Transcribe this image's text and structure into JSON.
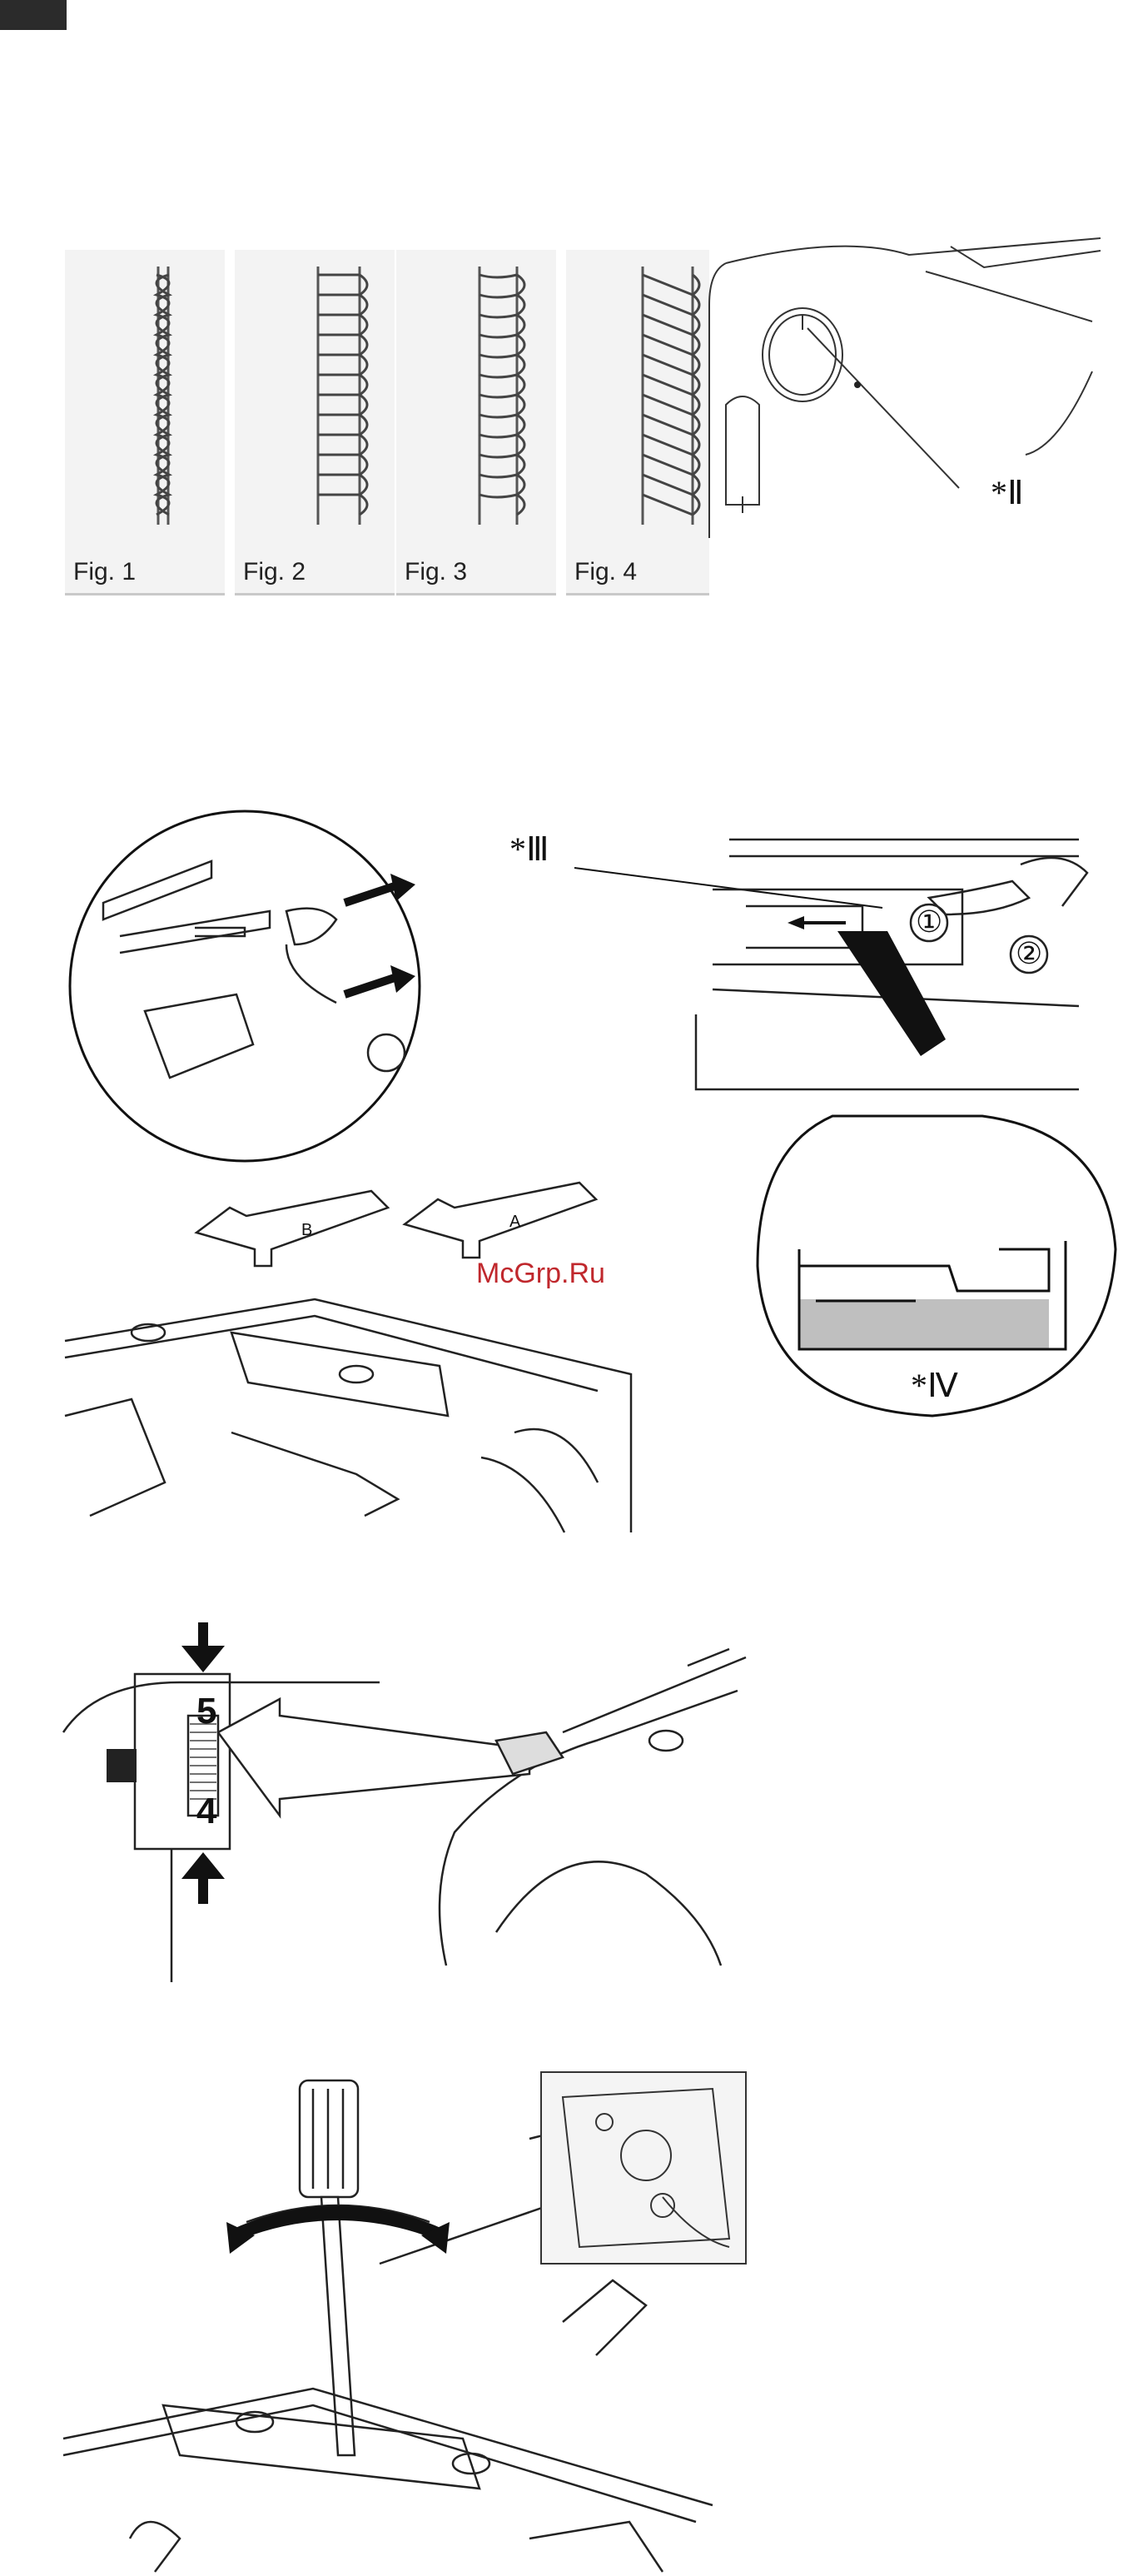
{
  "figures": [
    {
      "label": "Fig. 1"
    },
    {
      "label": "Fig. 2"
    },
    {
      "label": "Fig. 3"
    },
    {
      "label": "Fig. 4"
    }
  ],
  "callouts": {
    "ii": "*Ⅱ",
    "iii": "*Ⅲ",
    "iv": "*Ⅳ"
  },
  "steps": {
    "one": "①",
    "two": "②"
  },
  "parts": {
    "b": "B",
    "a": "A"
  },
  "dial": {
    "upper": "5",
    "lower": "4"
  },
  "watermark": "McGrp.Ru"
}
